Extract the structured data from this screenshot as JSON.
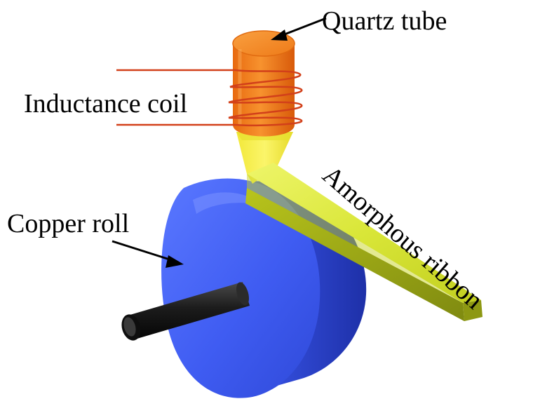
{
  "labels": {
    "quartz_tube": "Quartz tube",
    "inductance_coil": "Inductance coil",
    "copper_roll": "Copper roll",
    "amorphous_ribbon": "Amorphous ribbon"
  },
  "colors": {
    "copper_roll": "#3f5cf2",
    "copper_roll_dark": "#2438b8",
    "axle": "#1a1a1a",
    "quartz_tube": "#f5821f",
    "coil_wire": "#d2401a",
    "ribbon": "#d6e62f",
    "nozzle": "#f2f04a"
  }
}
